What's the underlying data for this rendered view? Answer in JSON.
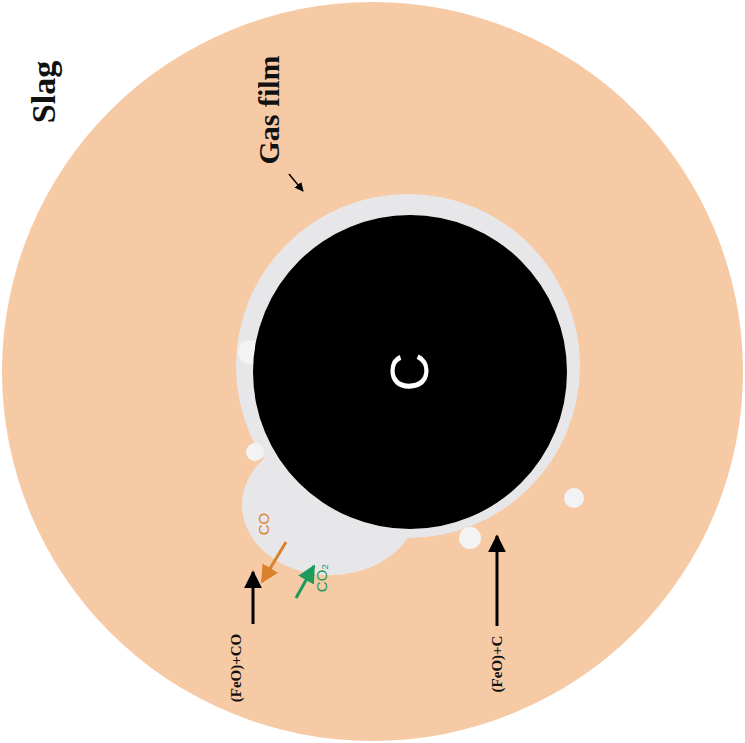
{
  "diagram": {
    "nodes": [
      {
        "text": [
          "Slag"
        ]
      },
      {
        "text": [
          "C"
        ],
        "in": 0
      }
    ],
    "edges": [],
    "labels": [
      "Gas film",
      "CO",
      "CO₂",
      "(FeO)+CO",
      "(FeO)+C"
    ]
  }
}
